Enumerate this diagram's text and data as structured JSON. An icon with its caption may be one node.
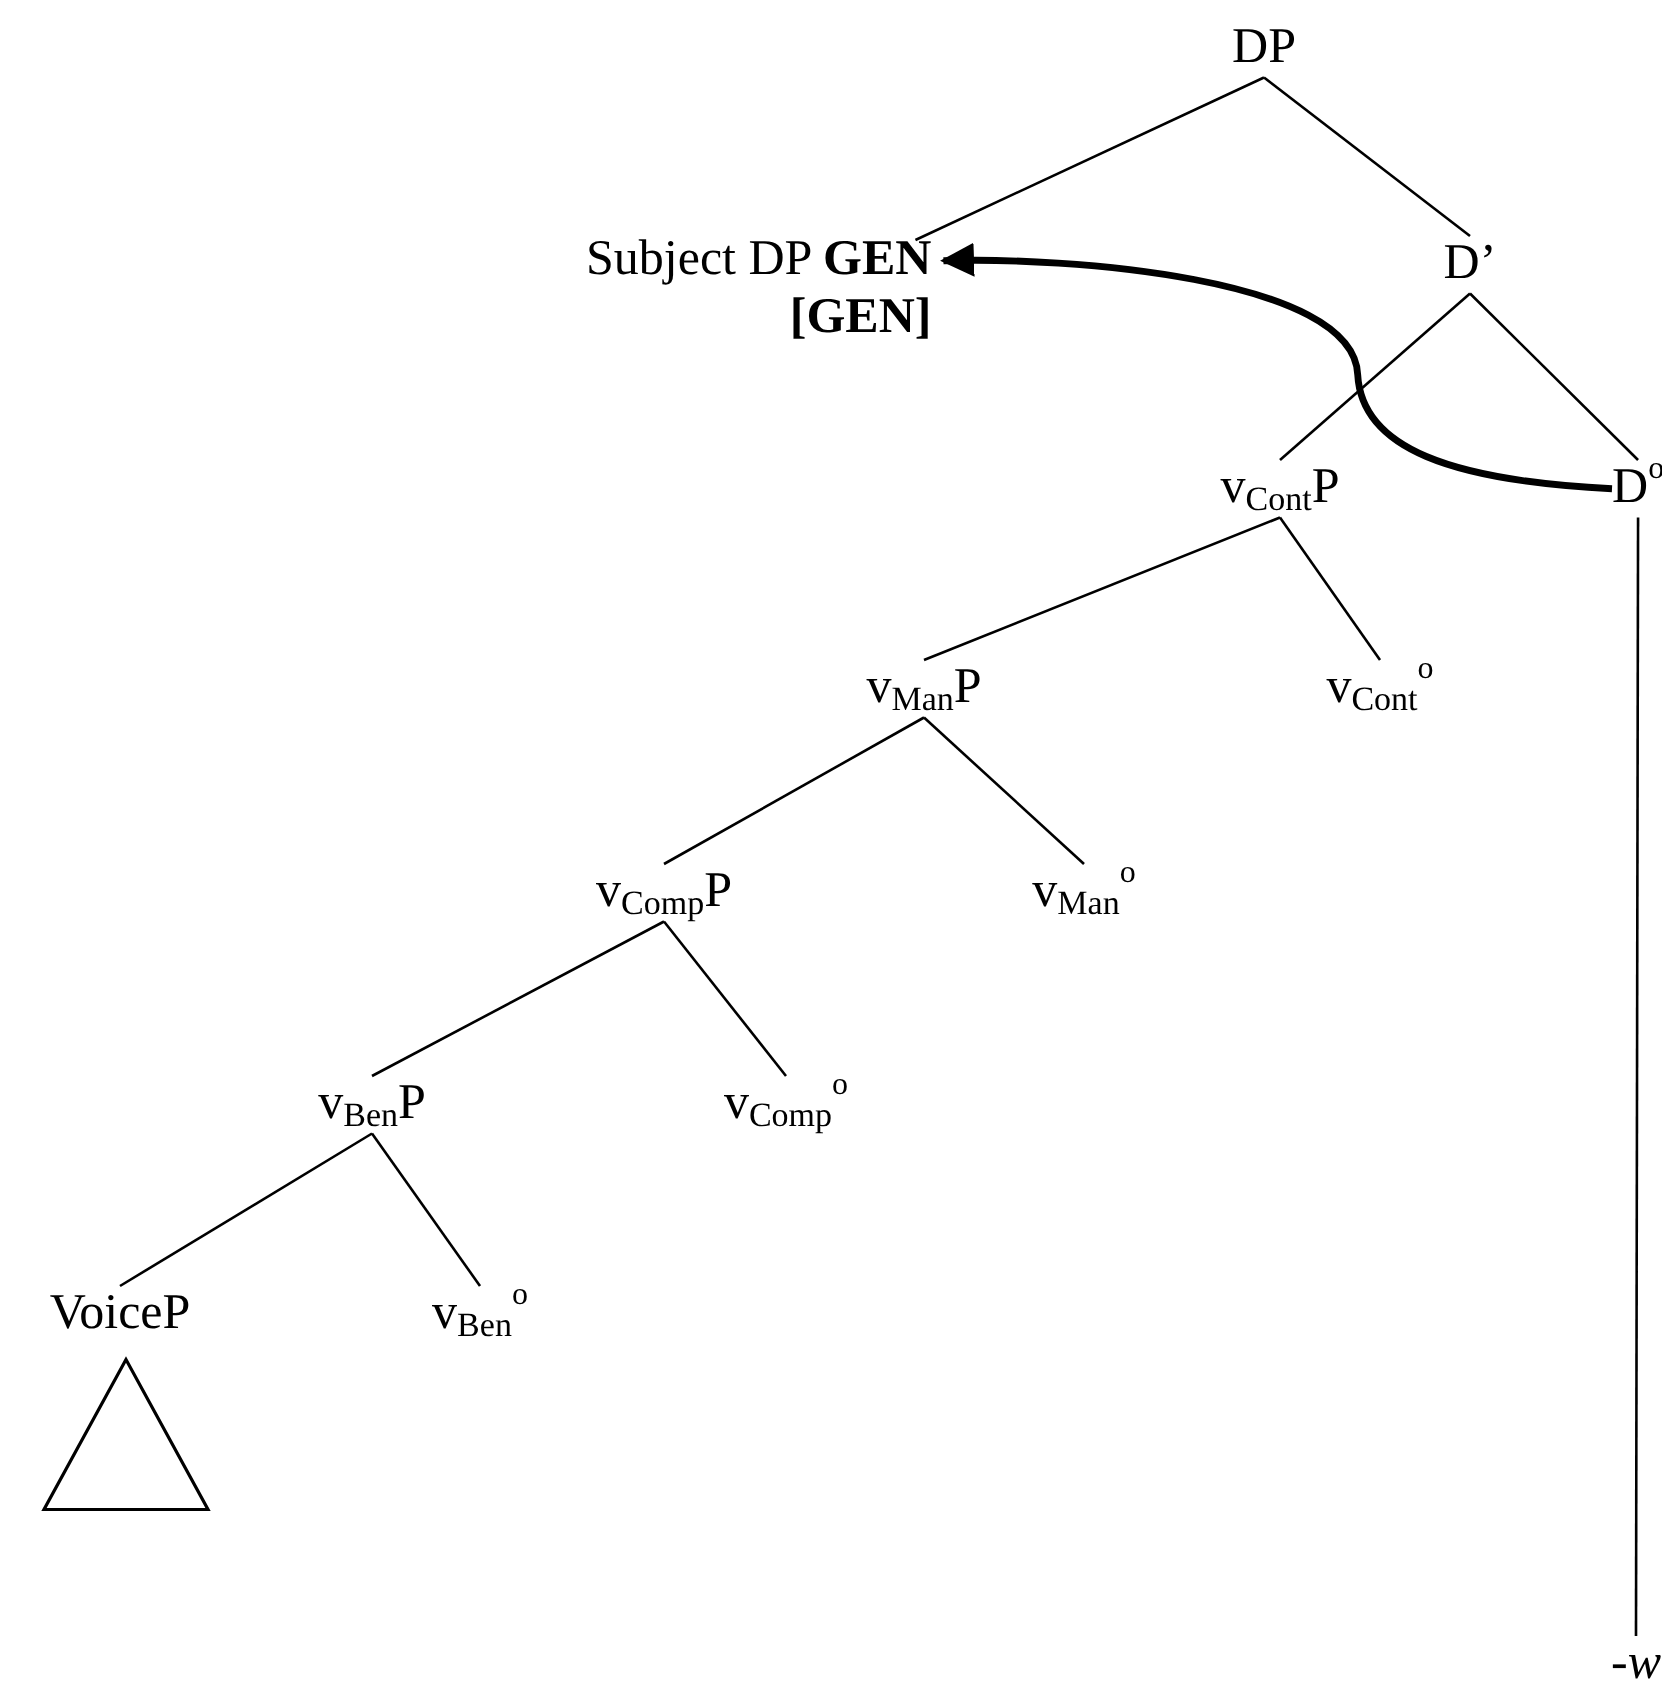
{
  "diagram": {
    "nodes": [
      {
        "text": [
          "DP"
        ]
      },
      {
        "text": [
          "Subject DP **GEN**",
          "[GEN]"
        ]
      },
      {
        "text": [
          "D’"
        ]
      },
      {
        "text": [
          "v$_{Cont}$P"
        ]
      },
      {
        "text": [
          "D$^{o}$"
        ]
      },
      {
        "text": [
          "v$_{Man}$P"
        ]
      },
      {
        "text": [
          "v$_{Cont}$$^{o}$"
        ]
      },
      {
        "text": [
          "v$_{Comp}$P"
        ]
      },
      {
        "text": [
          "v$_{Man}$$^{o}$"
        ]
      },
      {
        "text": [
          "v$_{Ben}$P"
        ]
      },
      {
        "text": [
          "v$_{Comp}$$^{o}$"
        ]
      },
      {
        "text": [
          "VoiceP"
        ]
      },
      {
        "text": [
          "v$_{Ben}$$^{o}$"
        ]
      },
      {
        "text": [
          "-*w*"
        ]
      }
    ],
    "edges": [
      {
        "from": 0,
        "to": 1,
        "arrow": "none"
      },
      {
        "from": 0,
        "to": 2,
        "arrow": "none"
      },
      {
        "from": 2,
        "to": 3,
        "arrow": "none"
      },
      {
        "from": 2,
        "to": 4,
        "arrow": "none"
      },
      {
        "from": 3,
        "to": 5,
        "arrow": "none"
      },
      {
        "from": 3,
        "to": 6,
        "arrow": "none"
      },
      {
        "from": 5,
        "to": 7,
        "arrow": "none"
      },
      {
        "from": 5,
        "to": 8,
        "arrow": "none"
      },
      {
        "from": 7,
        "to": 9,
        "arrow": "none"
      },
      {
        "from": 7,
        "to": 10,
        "arrow": "none"
      },
      {
        "from": 9,
        "to": 11,
        "arrow": "none"
      },
      {
        "from": 9,
        "to": 12,
        "arrow": "none"
      },
      {
        "from": 4,
        "to": 13,
        "arrow": "none"
      },
      {
        "from": 4,
        "to": 1,
        "arrow": "to",
        "style": "thick"
      }
    ]
  }
}
